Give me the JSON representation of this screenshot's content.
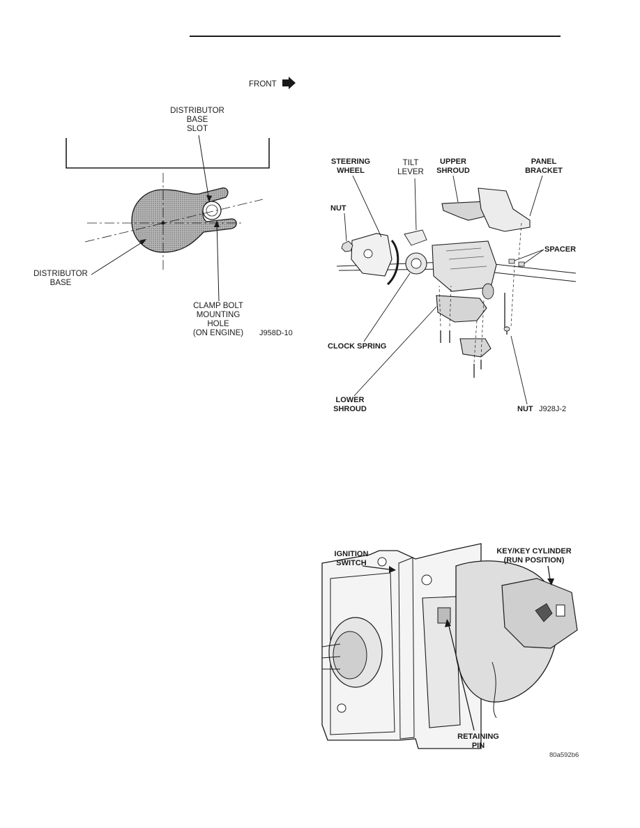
{
  "figure1": {
    "front_label": "FRONT",
    "slot_label": [
      "DISTRIBUTOR",
      "BASE",
      "SLOT"
    ],
    "base_label": [
      "DISTRIBUTOR",
      "BASE"
    ],
    "clamp_label": [
      "CLAMP BOLT",
      "MOUNTING",
      "HOLE",
      "(ON ENGINE)"
    ],
    "figure_code": "J958D-10"
  },
  "figure2": {
    "steering_wheel": [
      "STEERING",
      "WHEEL"
    ],
    "tilt_lever": [
      "TILT",
      "LEVER"
    ],
    "upper_shroud": [
      "UPPER",
      "SHROUD"
    ],
    "panel_bracket": [
      "PANEL",
      "BRACKET"
    ],
    "nut_top": "NUT",
    "spacer": "SPACER",
    "clock_spring": "CLOCK SPRING",
    "lower_shroud": [
      "LOWER",
      "SHROUD"
    ],
    "nut_bottom": "NUT",
    "figure_code": "J928J-2"
  },
  "figure3": {
    "ignition_switch": [
      "IGNITION",
      "SWITCH"
    ],
    "key_cylinder": [
      "KEY/KEY CYLINDER",
      "(RUN POSITION)"
    ],
    "retaining_pin": [
      "RETAINING",
      "PIN"
    ],
    "figure_code": "80a592b6"
  }
}
